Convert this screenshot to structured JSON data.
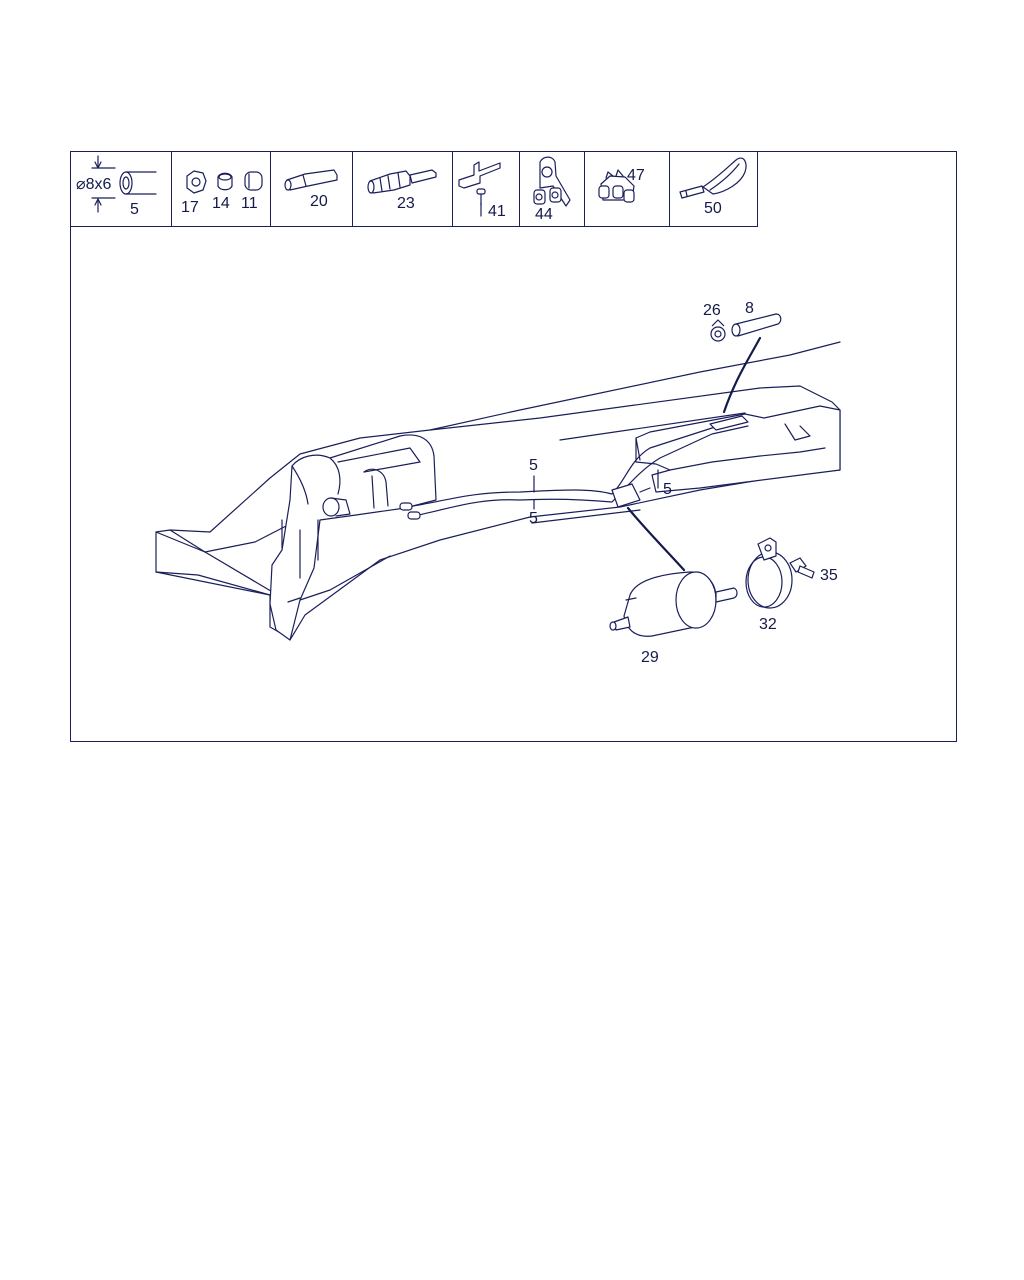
{
  "header_cells": [
    {
      "labels": [
        "⌀8x6",
        "5"
      ],
      "icons": [
        "fuel-hose-icon"
      ]
    },
    {
      "labels": [
        "17",
        "14",
        "11"
      ],
      "icons": [
        "nut-icon",
        "sleeve-icon",
        "ring-icon"
      ]
    },
    {
      "labels": [
        "20"
      ],
      "icons": [
        "connector-pipe-icon"
      ]
    },
    {
      "labels": [
        "23"
      ],
      "icons": [
        "quick-connector-icon"
      ]
    },
    {
      "labels": [
        "41"
      ],
      "icons": [
        "bracket-icon",
        "screw-icon"
      ]
    },
    {
      "labels": [
        "44"
      ],
      "icons": [
        "line-clip-icon"
      ]
    },
    {
      "labels": [
        "47"
      ],
      "icons": [
        "double-clip-icon"
      ]
    },
    {
      "labels": [
        "50"
      ],
      "icons": [
        "cable-tie-icon"
      ]
    }
  ],
  "callouts": {
    "c26": "26",
    "c8": "8",
    "c5a": "5",
    "c5b": "5",
    "c5c": "5",
    "c35": "35",
    "c32": "32",
    "c29": "29"
  },
  "colors": {
    "line": "#1a1f5a",
    "text": "#141a4a",
    "background": "#ffffff"
  }
}
